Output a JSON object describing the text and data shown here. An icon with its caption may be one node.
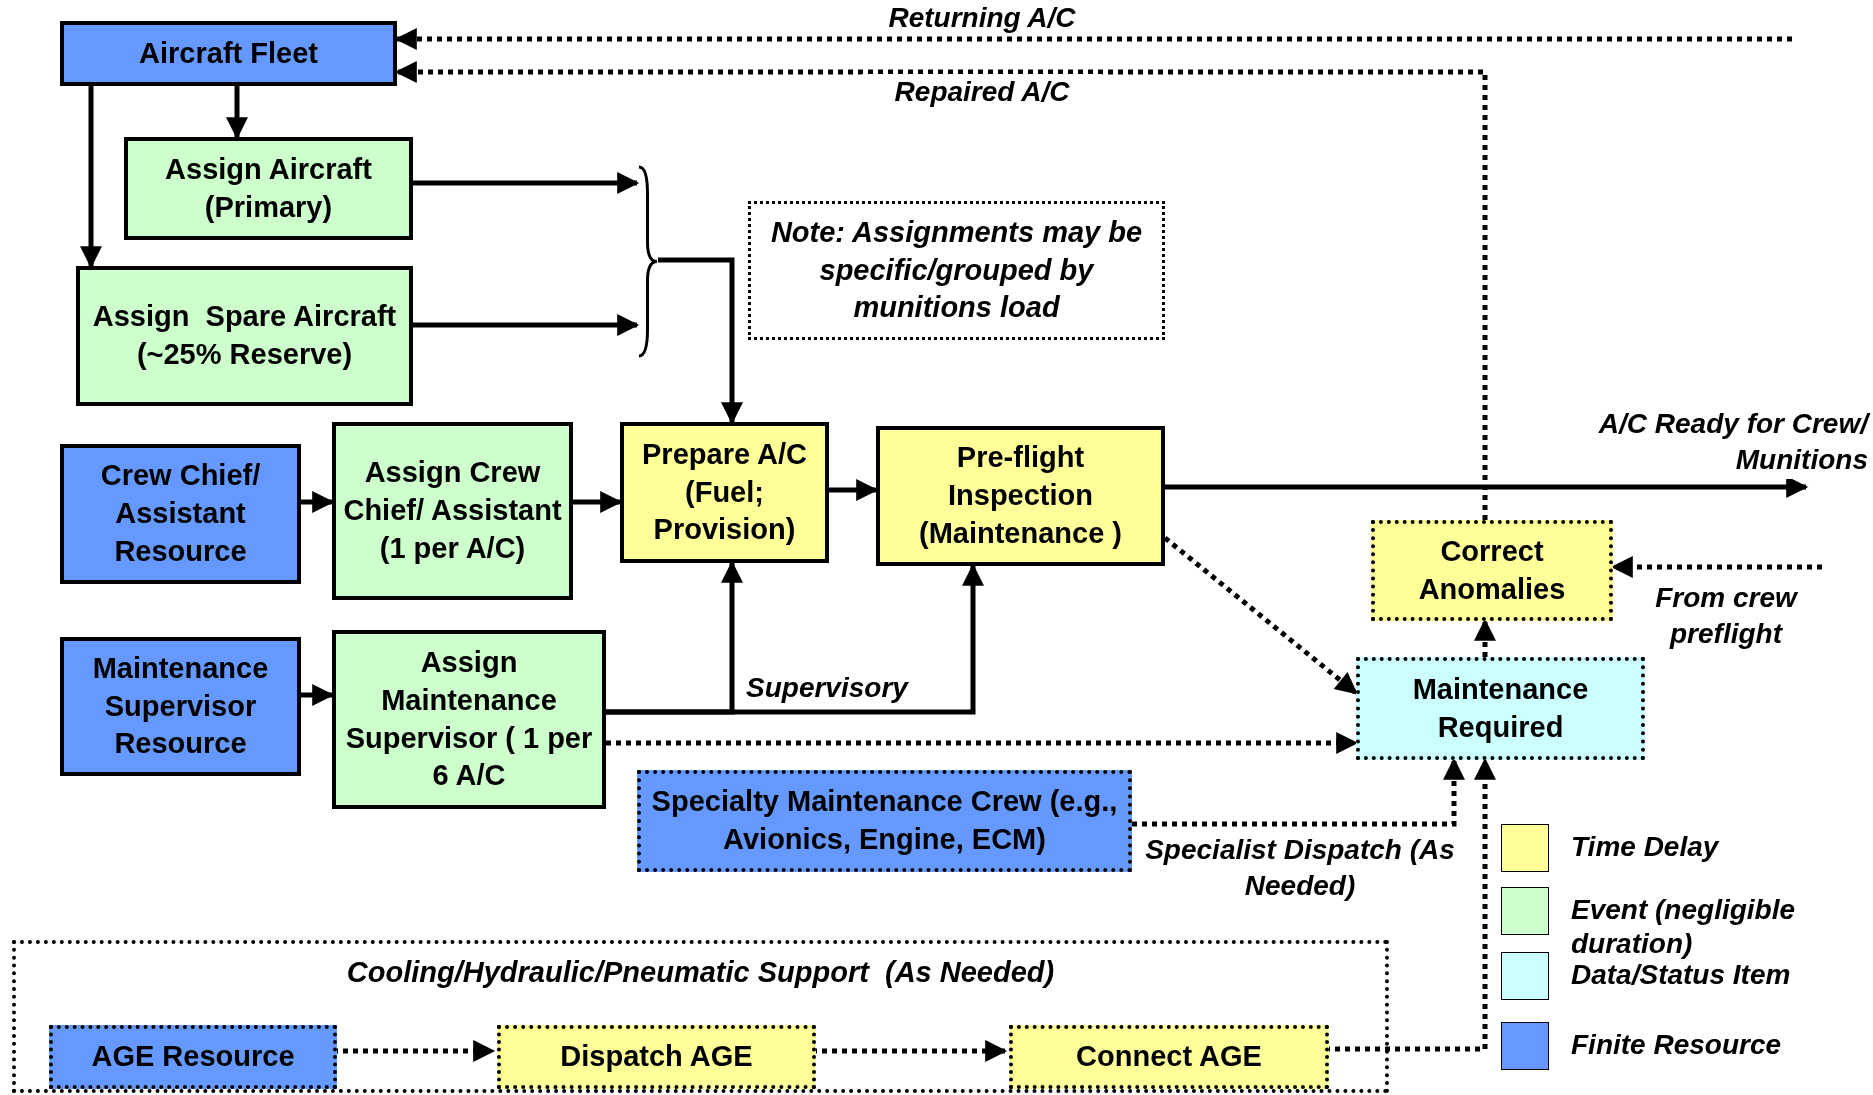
{
  "diagram": {
    "nodes": [
      {
        "text": [
          "Aircraft Fleet"
        ]
      },
      {
        "text": [
          "Assign Aircraft (Primary)"
        ]
      },
      {
        "text": [
          "Assign  Spare Aircraft (~25% Reserve)"
        ]
      },
      {
        "text": [],
        "shape": "brace"
      },
      {
        "text": [
          "Note: Assignments may be specific/grouped by munitions load"
        ]
      },
      {
        "text": [
          "Crew Chief/ Assistant Resource"
        ]
      },
      {
        "text": [
          "Assign Crew Chief/ Assistant (1 per A/C)"
        ]
      },
      {
        "text": [
          "Prepare A/C (Fuel; Provision)"
        ]
      },
      {
        "text": [
          "Pre-flight Inspection (Maintenance )"
        ]
      },
      {
        "text": [
          "Correct Anomalies"
        ]
      },
      {
        "text": [
          "Maintenance Supervisor Resource"
        ]
      },
      {
        "text": [
          "Assign Maintenance Supervisor ( 1 per 6 A/C"
        ]
      },
      {
        "text": [
          "Maintenance Required"
        ]
      },
      {
        "text": [
          "Specialty Maintenance Crew (e.g., Avionics, Engine, ECM)"
        ]
      },
      {
        "text": [
          "Cooling/Hydraulic/Pneumatic Support  (As Needed)"
        ]
      },
      {
        "text": [
          "AGE Resource"
        ],
        "in": 14
      },
      {
        "text": [
          "Dispatch AGE"
        ],
        "in": 14
      },
      {
        "text": [
          "Connect AGE"
        ],
        "in": 14
      }
    ],
    "edges": [
      {
        "from": 0,
        "to": 1,
        "arrow": "to"
      },
      {
        "from": 0,
        "to": 2,
        "arrow": "to"
      },
      {
        "from": 1,
        "to": 3,
        "arrow": "to"
      },
      {
        "from": 2,
        "to": 3,
        "arrow": "to"
      },
      {
        "from": 3,
        "to": 7,
        "arrow": "to"
      },
      {
        "from": 5,
        "to": 6,
        "arrow": "to"
      },
      {
        "from": 6,
        "to": 7,
        "arrow": "to"
      },
      {
        "from": 7,
        "to": 8,
        "arrow": "to"
      },
      {
        "from": 8,
        "to": null,
        "arrow": "to",
        "label": "A/C Ready for Crew/ Munitions"
      },
      {
        "from": 8,
        "to": 12,
        "arrow": "to",
        "style": "dashed"
      },
      {
        "from": 10,
        "to": 11,
        "arrow": "to"
      },
      {
        "from": 11,
        "to": 7,
        "arrow": "to"
      },
      {
        "from": 11,
        "to": 8,
        "arrow": "to",
        "label": "Supervisory"
      },
      {
        "from": 11,
        "to": 12,
        "arrow": "to",
        "style": "dashed"
      },
      {
        "from": 12,
        "to": 9,
        "arrow": "to",
        "style": "dashed"
      },
      {
        "from": 9,
        "to": 0,
        "arrow": "to",
        "style": "dashed",
        "label": "Repaired A/C"
      },
      {
        "from": null,
        "to": 0,
        "arrow": "to",
        "style": "dashed",
        "label": "Returning A/C"
      },
      {
        "from": null,
        "to": 9,
        "arrow": "to",
        "style": "dashed",
        "label": "From crew preflight"
      },
      {
        "from": 13,
        "to": 12,
        "arrow": "to",
        "style": "dashed",
        "label": "Specialist Dispatch (As Needed)"
      },
      {
        "from": 15,
        "to": 16,
        "arrow": "to",
        "style": "dashed"
      },
      {
        "from": 16,
        "to": 17,
        "arrow": "to",
        "style": "dashed"
      },
      {
        "from": 17,
        "to": 12,
        "arrow": "to",
        "style": "dashed"
      }
    ],
    "legend": [
      {
        "text": "Time Delay",
        "color": "#ffff99"
      },
      {
        "text": "Event (negligible duration)",
        "color": "#ccffcc"
      },
      {
        "text": "Data/Status Item",
        "color": "#ccffff"
      },
      {
        "text": "Finite Resource",
        "color": "#6699ff"
      }
    ]
  }
}
